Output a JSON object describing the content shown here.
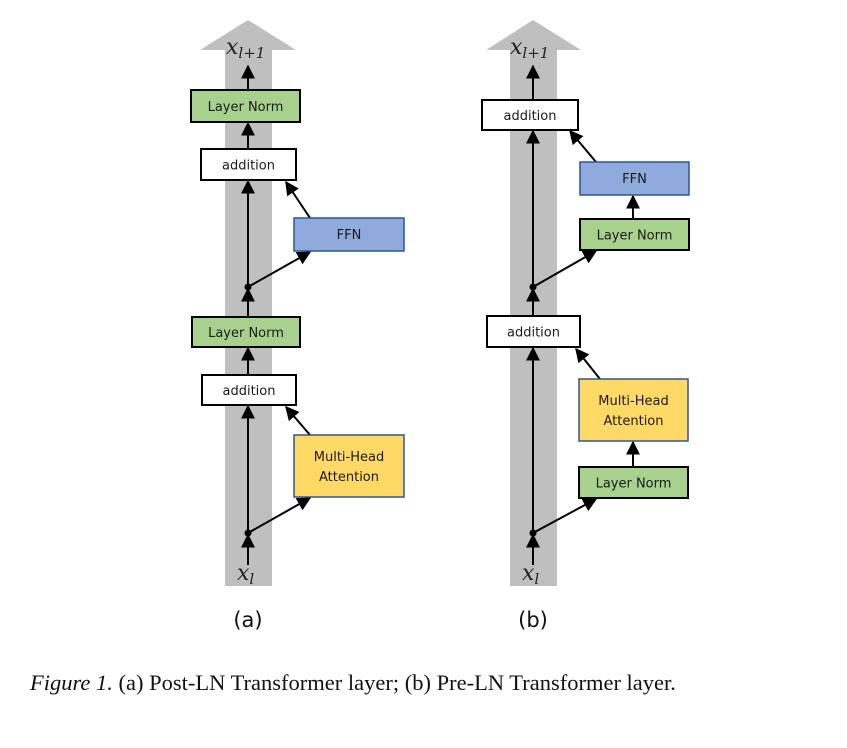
{
  "colors": {
    "column": "#bfbfbf",
    "layer_norm_fill": "#a9d18e",
    "ffn_fill": "#8faadc",
    "ffn_border": "#2f5597",
    "attention_fill": "#ffd966",
    "attention_border": "#2f5597",
    "addition_fill": "#ffffff",
    "line": "#000000"
  },
  "panels": [
    {
      "id": "a",
      "label": "(a)",
      "input_label": "x",
      "input_sub": "l",
      "output_label": "x",
      "output_sub": "l+1",
      "boxes": {
        "ln_top": "Layer Norm",
        "add_top": "addition",
        "ffn": "FFN",
        "ln_mid": "Layer Norm",
        "add_bottom": "addition",
        "attention_line1": "Multi-Head",
        "attention_line2": "Attention"
      }
    },
    {
      "id": "b",
      "label": "(b)",
      "input_label": "x",
      "input_sub": "l",
      "output_label": "x",
      "output_sub": "l+1",
      "boxes": {
        "add_top": "addition",
        "ffn": "FFN",
        "ln_ffn": "Layer Norm",
        "add_bottom": "addition",
        "attention_line1": "Multi-Head",
        "attention_line2": "Attention",
        "ln_attention": "Layer Norm"
      }
    }
  ],
  "caption": {
    "figure_label": "Figure 1.",
    "text": " (a) Post-LN Transformer layer; (b) Pre-LN Transformer layer."
  }
}
